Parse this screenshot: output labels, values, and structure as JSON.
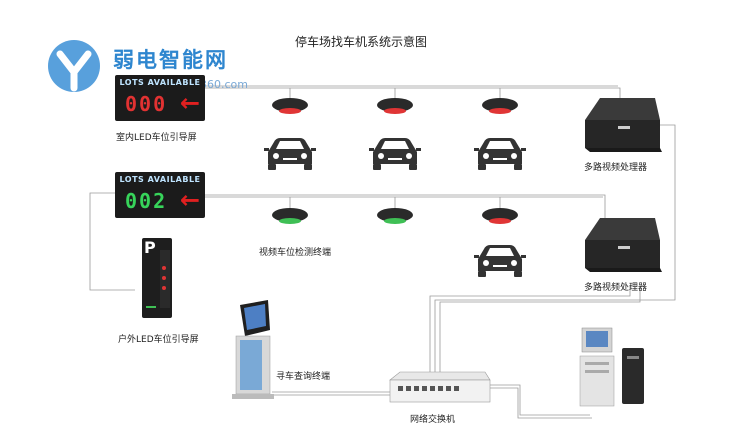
{
  "diagram": {
    "title": "停车场找车机系统示意图",
    "watermark": {
      "brand": "弱电智能网",
      "url": "360.com"
    },
    "indoor_sign": {
      "header": "LOTS AVAILABLE",
      "number": "000",
      "label": "室内LED车位引导屏",
      "digit_color": "#e23232"
    },
    "indoor_sign2": {
      "header": "LOTS AVAILABLE",
      "number": "002",
      "digit_color": "#37d45a"
    },
    "outdoor_sign": {
      "label": "户外LED车位引导屏",
      "letter": "P"
    },
    "detector_label": "视频车位检测终端",
    "processor_label_1": "多路视频处理器",
    "processor_label_2": "多路视频处理器",
    "kiosk_label": "寻车查询终端",
    "switch_label": "网络交换机",
    "colors": {
      "red_led": "#e03535",
      "green_led": "#3fbf55",
      "wire": "#9a9a9a",
      "brand": "#2e86cf"
    }
  }
}
